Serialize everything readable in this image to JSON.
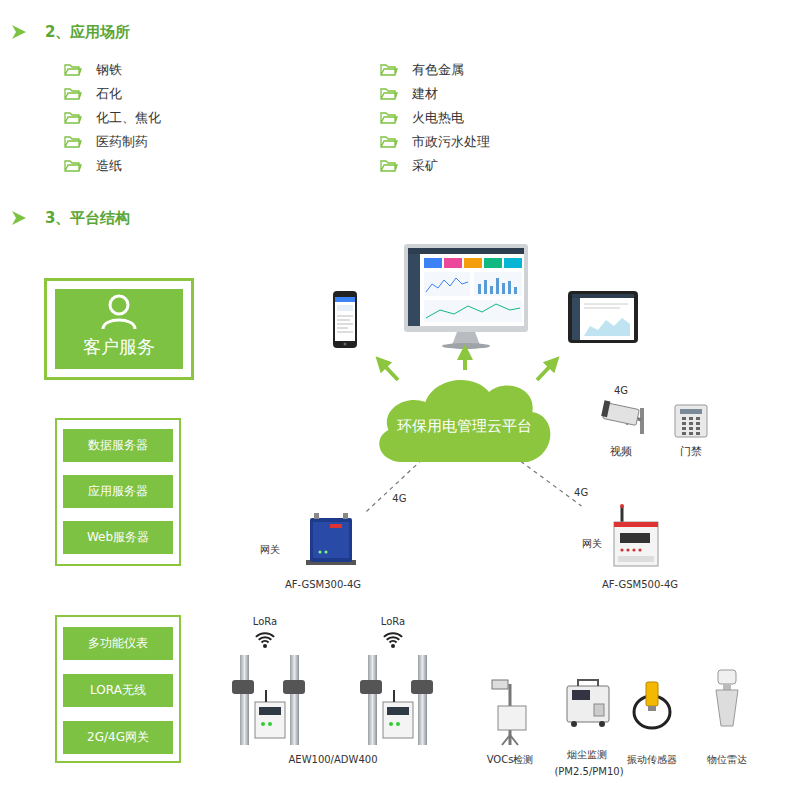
{
  "diagram": {
    "nodes": [
      {
        "text": [
          "客户服务"
        ]
      },
      {
        "text": []
      },
      {
        "text": [
          "数据服务器"
        ],
        "in": 1
      },
      {
        "text": [
          "应用服务器"
        ],
        "in": 1
      },
      {
        "text": [
          "Web服务器"
        ],
        "in": 1
      },
      {
        "text": [
          "环保用电管理云平台"
        ]
      },
      {
        "text": [
          "网关",
          "AF-GSM300-4G"
        ]
      },
      {
        "text": [
          "网关",
          "AF-GSM500-4G"
        ]
      },
      {
        "text": []
      },
      {
        "text": [
          "多功能仪表"
        ],
        "in": 8
      },
      {
        "text": [
          "LORA无线"
        ],
        "in": 8
      },
      {
        "text": [
          "2G/4G网关"
        ],
        "in": 8
      }
    ],
    "edges": [
      {
        "from": 5,
        "to": 6,
        "label": "4G",
        "arrow": "none"
      },
      {
        "from": 5,
        "to": 7,
        "label": "4G",
        "arrow": "none"
      }
    ],
    "labels": [
      "2、应用场所",
      "钢铁",
      "有色金属",
      "石化",
      "建材",
      "化工、焦化",
      "火电热电",
      "医药制药",
      "市政污水处理",
      "造纸",
      "采矿",
      "3、平台结构",
      "4G",
      "视频",
      "门禁",
      "LoRa",
      "LoRa",
      "AEW100/ADW400",
      "VOCs检测",
      "烟尘监测",
      "(PM2.5/PM10)",
      "振动传感器",
      "物位雷达"
    ]
  }
}
